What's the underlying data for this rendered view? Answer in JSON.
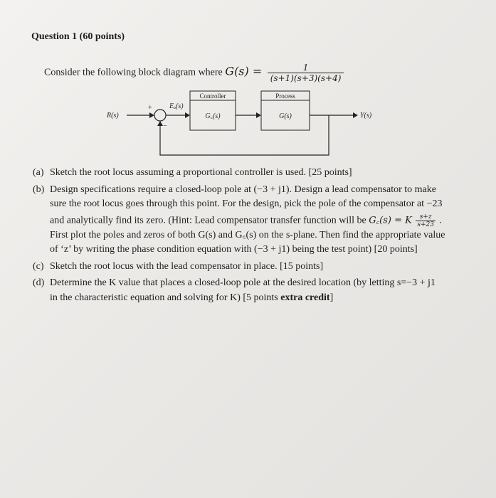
{
  "question_title": "Question 1 (60 points)",
  "intro": {
    "text": "Consider the following block diagram where",
    "g_symbol": "G(s) =",
    "g_numerator": "1",
    "g_denominator": "(s+1)(s+3)(s+4)"
  },
  "diagram": {
    "input_label": "R(s)",
    "plus_sign": "+",
    "minus_sign": "−",
    "error_label": "Eₐ(s)",
    "controller_header": "Controller",
    "controller_block": "G꜀(s)",
    "process_header": "Process",
    "process_block": "G(s)",
    "output_label": "Y(s)"
  },
  "parts": {
    "a": {
      "label": "(a)",
      "text": "Sketch the root locus assuming a proportional controller is used. [25 points]"
    },
    "b": {
      "label": "(b)",
      "line1": "Design specifications require a closed-loop pole at (−3 + j1). Design a lead compensator to make",
      "line2": "sure the root locus goes through this point. For the design, pick the pole of the compensator at −23",
      "line3": "and analytically find its zero. (Hint: Lead compensator transfer function will be",
      "gc_eq": "G꜀(s) = K",
      "gc_num": "s+z",
      "gc_den": "s+23",
      "line3_end": ".",
      "line4": "First plot the poles and zeros of both G(s) and G꜀(s) on the s-plane. Then find the appropriate value",
      "line5": "of ‘z’ by writing the phase condition equation with (−3 + j1) being the test point) [20 points]"
    },
    "c": {
      "label": "(c)",
      "text": "Sketch the root locus with the lead compensator in place. [15 points]"
    },
    "d": {
      "label": "(d)",
      "line1": "Determine the K value that places a closed-loop pole at the desired location (by letting s=−3 + j1",
      "line2a": "in the characteristic equation and solving for K)  [5 points ",
      "line2b": "extra credit",
      "line2c": "]"
    }
  }
}
